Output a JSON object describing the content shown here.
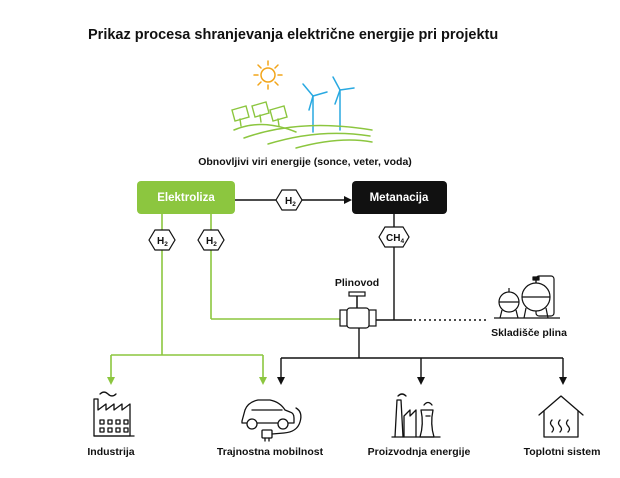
{
  "title": "Prikaz procesa shranjevanja električne energije pri projektu",
  "renewables": {
    "label": "Obnovljivi viri energije (sonce, veter, voda)"
  },
  "nodes": {
    "electrolysis": "Elektroliza",
    "methanation": "Metanacija",
    "pipeline": "Plinovod",
    "storage": "Skladišče plina"
  },
  "gases": {
    "h2_main": "H",
    "h2_main_sub": "2",
    "h2_left": "H",
    "h2_left_sub": "2",
    "h2_right": "H",
    "h2_right_sub": "2",
    "ch4": "CH",
    "ch4_sub": "4"
  },
  "destinations": [
    {
      "label": "Industrija",
      "icon": "factory-icon"
    },
    {
      "label": "Trajnostna mobilnost",
      "icon": "electric-car-icon"
    },
    {
      "label": "Proizvodnja energije",
      "icon": "power-plant-icon"
    },
    {
      "label": "Toplotni sistem",
      "icon": "heating-house-icon"
    }
  ],
  "colors": {
    "green": "#8cc63f",
    "black": "#111111",
    "sun": "#f2a51a",
    "wind": "#29a9e1"
  }
}
